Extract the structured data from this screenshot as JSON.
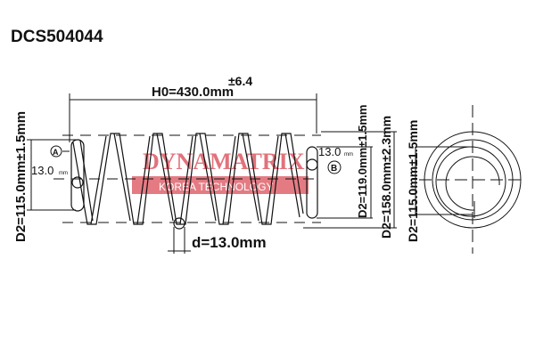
{
  "title": "DCS504044",
  "dimensions": {
    "free_length": "H0=430.0mm",
    "free_length_tol": "±6.4",
    "wire_diameter": "d=13.0mm",
    "left_diameter": "D2=115.0mm±1.5mm",
    "end_a_label": "A",
    "end_a_value": "13.0",
    "end_a_unit": "mm",
    "end_b_label": "B",
    "end_b_value": "13.0",
    "end_b_unit": "mm",
    "right_d1": "D2=119.0mm±1.5mm",
    "right_d2": "D2=158.0mm±2.3mm",
    "end_view_diameter": "D2=115.0mm±1.5mm"
  },
  "watermark": {
    "brand": "DYNAMATRIX",
    "tagline": "KOREA TECHNOLOGY",
    "color": "#d9434f"
  }
}
